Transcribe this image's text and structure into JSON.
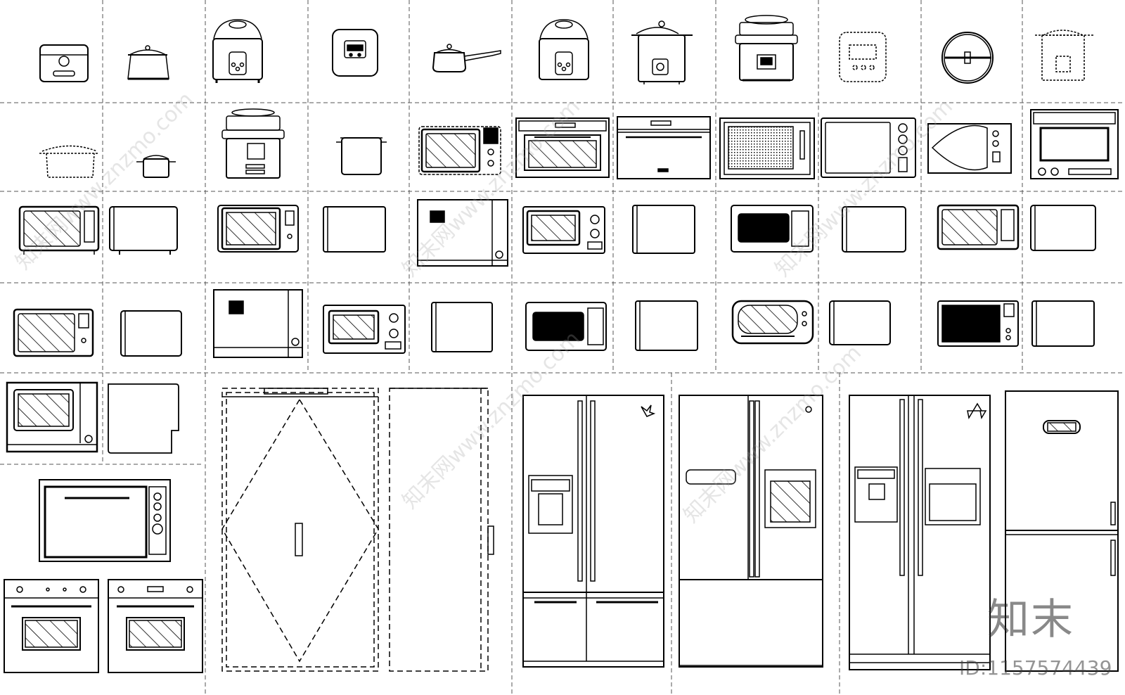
{
  "watermark": {
    "brand_cn": "知末",
    "id_text": "ID:1157574439",
    "diag_text": "知末网www.znzmo.com"
  },
  "drawing": {
    "line_color": "#000000",
    "grid_color": "#555555",
    "background": "#ffffff",
    "sections": [
      "rice-cookers-and-pots",
      "microwaves-and-ovens",
      "built-in-ovens",
      "refrigerators"
    ]
  }
}
